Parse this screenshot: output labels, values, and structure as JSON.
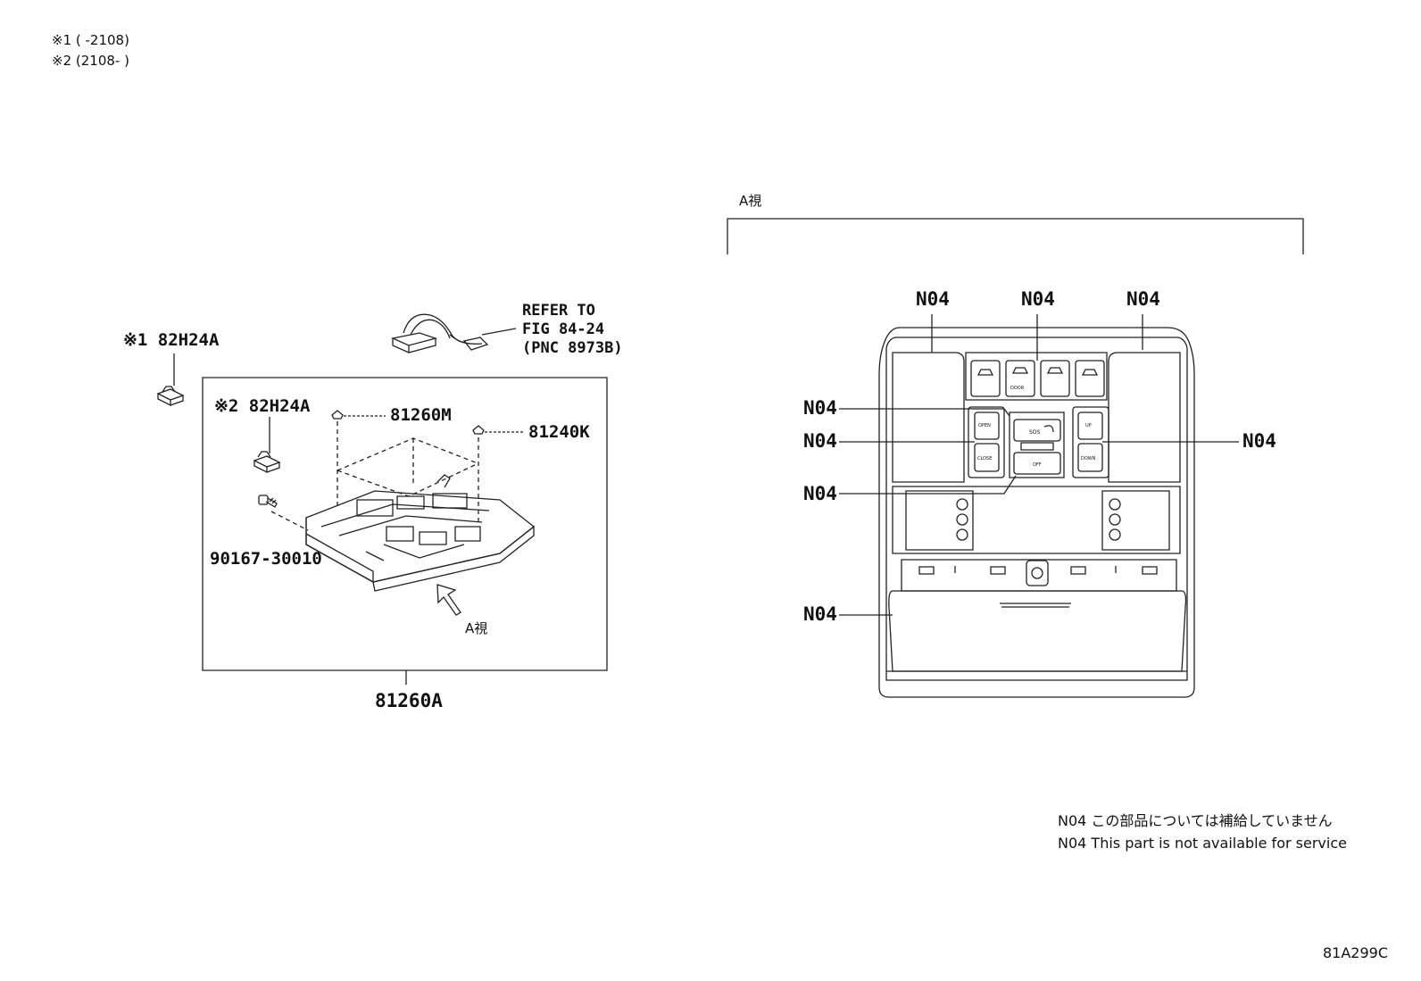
{
  "notes": {
    "note1": "※1 (      -2108)",
    "note2": "※2 (2108-      )"
  },
  "left_view": {
    "part_82h24a_a": "※1 82H24A",
    "part_82h24a_b": "※2 82H24A",
    "part_81260m": "81260M",
    "part_81240k": "81240K",
    "part_screw": "90167-30010",
    "assembly": "81260A",
    "view_arrow_label": "A視",
    "refer": {
      "line1": "REFER TO",
      "line2": "FIG 84-24",
      "line3": "(PNC 8973B)"
    }
  },
  "right_view": {
    "view_title": "A視",
    "callout_label": "N04",
    "switch_labels": {
      "door": "DOOR",
      "open": "OPEN",
      "close": "CLOSE",
      "up": "UP",
      "down": "DOWN",
      "sos": "SOS",
      "off": "OFF"
    }
  },
  "legend": {
    "line_jp": "N04 この部品については補給していません",
    "line_en": "N04 This part is not available for service"
  },
  "figure_code": "81A299C"
}
